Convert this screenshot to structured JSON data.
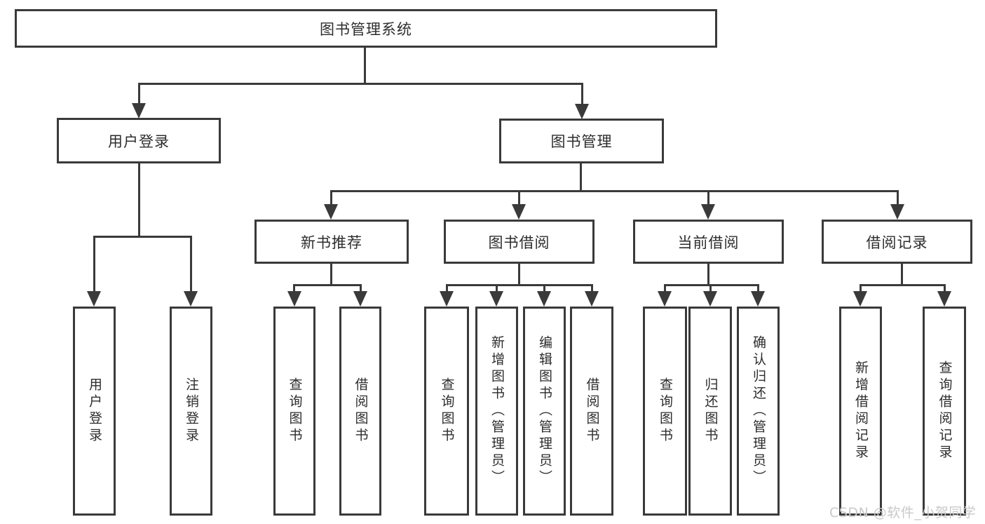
{
  "diagram_title": "图书管理系统",
  "watermark": "CSDN @软件_小贺同学",
  "colors": {
    "line": "#3a3a3a",
    "text": "#2d2d2d",
    "watermark": "#c9c9c9",
    "background": "#ffffff"
  },
  "tree": {
    "label": "图书管理系统",
    "children": [
      {
        "label": "用户登录",
        "children": [
          {
            "label": "用户登录"
          },
          {
            "label": "注销登录"
          }
        ]
      },
      {
        "label": "图书管理",
        "children": [
          {
            "label": "新书推荐",
            "children": [
              {
                "label": "查询图书"
              },
              {
                "label": "借阅图书"
              }
            ]
          },
          {
            "label": "图书借阅",
            "children": [
              {
                "label": "查询图书"
              },
              {
                "label": "新增图书（管理员）"
              },
              {
                "label": "编辑图书（管理员）"
              },
              {
                "label": "借阅图书"
              }
            ]
          },
          {
            "label": "当前借阅",
            "children": [
              {
                "label": "查询图书"
              },
              {
                "label": "归还图书"
              },
              {
                "label": "确认归还（管理员）"
              }
            ]
          },
          {
            "label": "借阅记录",
            "children": [
              {
                "label": "新增借阅记录"
              },
              {
                "label": "查询借阅记录"
              }
            ]
          }
        ]
      }
    ]
  }
}
